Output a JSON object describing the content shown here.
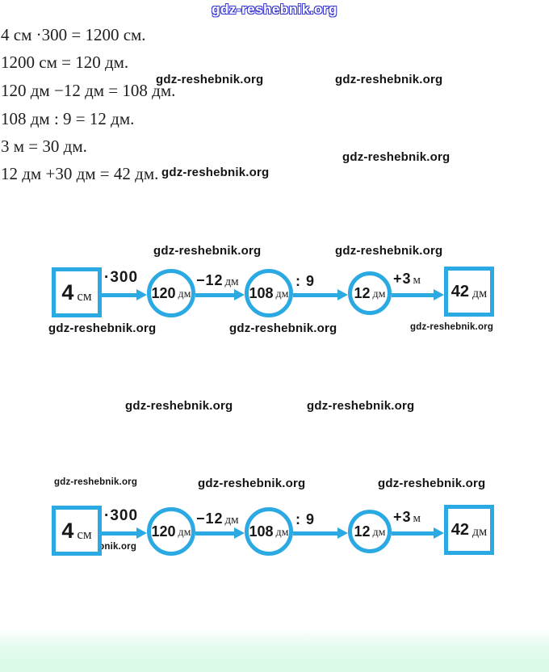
{
  "site": {
    "title_watermark": "gdz-reshebnik.org",
    "watermark": "gdz-reshebnik.org"
  },
  "solution": {
    "lines": [
      "4 см ·300 = 1200 см.",
      "1200 см = 120 дм.",
      "120 дм −12 дм = 108 дм.",
      "108 дм : 9 = 12 дм.",
      "3 м = 30 дм.",
      "12 дм +30 дм = 42 дм."
    ]
  },
  "diagram": {
    "start": {
      "value": "4",
      "unit": "см"
    },
    "steps": [
      {
        "op": "·300",
        "op_unit": "",
        "value": "120",
        "unit": "дм"
      },
      {
        "op": "−12",
        "op_unit": "дм",
        "value": "108",
        "unit": "дм"
      },
      {
        "op": ": 9",
        "op_unit": "",
        "value": "12",
        "unit": "дм"
      },
      {
        "op": "+3",
        "op_unit": "м",
        "value": "42",
        "unit": "дм"
      }
    ]
  },
  "colors": {
    "diagram_blue": "#2ba9e2",
    "footer_green": "#dcfae8",
    "title_blue": "#3c3cd2",
    "text_black": "#1d1d1d"
  }
}
